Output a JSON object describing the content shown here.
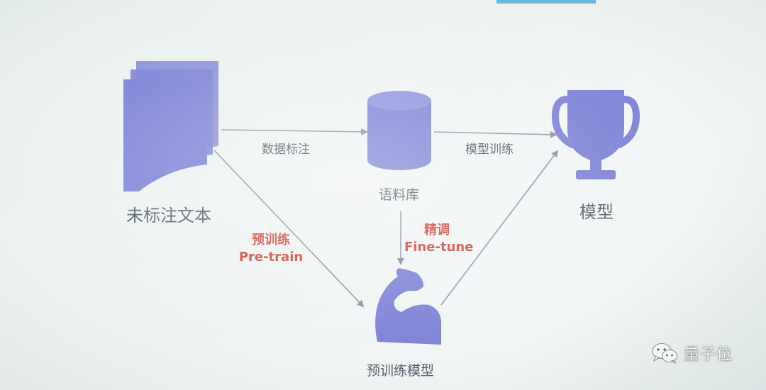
{
  "nodes": {
    "unlabeled_text": "未标注文本",
    "corpus": "语料库",
    "model": "模型",
    "pretrained_model": "预训练模型"
  },
  "edges": {
    "data_labeling": "数据标注",
    "model_training": "模型训练",
    "pretrain_cn": "预训练",
    "pretrain_en": "Pre-train",
    "finetune_cn": "精调",
    "finetune_en": "Fine-tune"
  },
  "watermark": {
    "text": "量子位",
    "icon": "wechat-icon"
  },
  "colors": {
    "icon_fill": "#7d82d6",
    "arrow": "#8892a6",
    "accent": "#d0473b",
    "node_text": "#55606a"
  }
}
